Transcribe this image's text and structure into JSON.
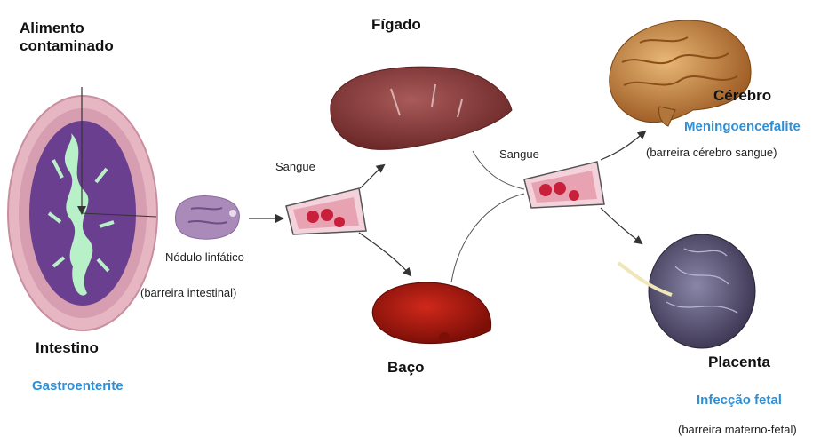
{
  "labels": {
    "food": "Alimento\ncontaminado",
    "intestine": "Intestino",
    "intestine_disease": "Gastroenterite",
    "lymph_node": "Nódulo linfático",
    "intestinal_barrier": "(barreira intestinal)",
    "blood_left": "Sangue",
    "liver": "Fígado",
    "spleen": "Baço",
    "blood_right": "Sangue",
    "brain": "Cérebro",
    "brain_disease": "Meningoencefalite",
    "brain_barrier": "(barreira cérebro sangue)",
    "placenta": "Placenta",
    "placenta_disease": "Infecção fetal",
    "placenta_barrier": "(barreira materno-fetal)"
  },
  "colors": {
    "accent_blue": "#2f8fd6",
    "liver": "#8a3a3a",
    "spleen": "#a8170f",
    "brain": "#c98a3e",
    "blood_cell": "#c81f3a",
    "tissue_purple": "#6b3f8f",
    "lumen_green": "#b8f0c8"
  }
}
